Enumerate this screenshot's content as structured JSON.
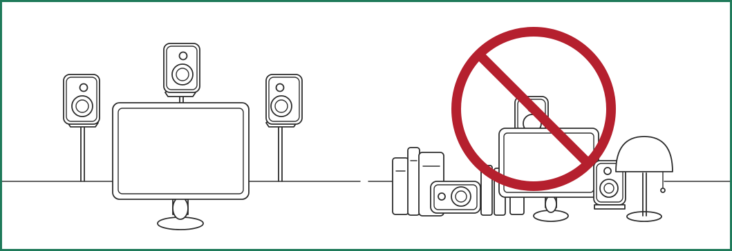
{
  "figure": {
    "frame_color": "#1f7a5a",
    "line_color": "#2b2b2b",
    "prohibition_color": "#b5202e",
    "panels": [
      {
        "id": "correct-setup",
        "icon": "speakers-on-stands-beside-monitor"
      },
      {
        "id": "incorrect-setup",
        "icon": "cluttered-desk-with-prohibition-sign"
      }
    ]
  }
}
